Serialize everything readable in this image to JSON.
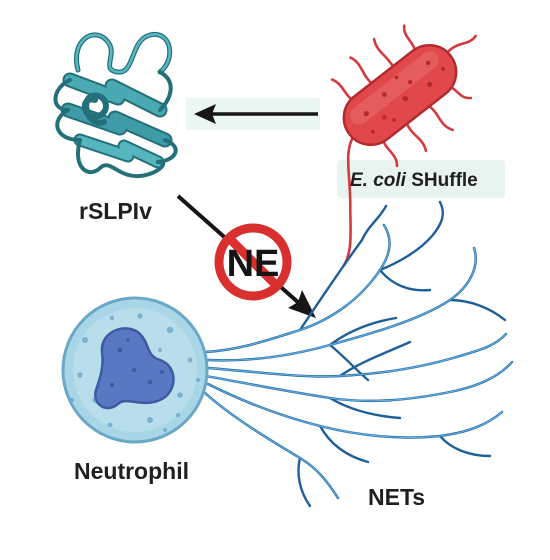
{
  "labels": {
    "protein": "rSLPIv",
    "host_italic": "E. coli",
    "host_rest": " SHuffle",
    "cell": "Neutrophil",
    "traps": "NETs",
    "inhibition_text": "NE"
  },
  "colors": {
    "protein": "#3f9ba6",
    "protein_dark": "#24707a",
    "bacterium": "#e0484b",
    "bacterium_dark": "#b32a2e",
    "cell_outer": "#a9d6e6",
    "cell_nucleus": "#5978c4",
    "nets": "#2f86c8",
    "inhibit": "#d9302f",
    "arrow": "#161616"
  },
  "icons": [
    "protein-ribbon-icon",
    "bacterium-icon",
    "neutrophil-icon",
    "net-fibers-icon",
    "no-symbol-icon"
  ]
}
